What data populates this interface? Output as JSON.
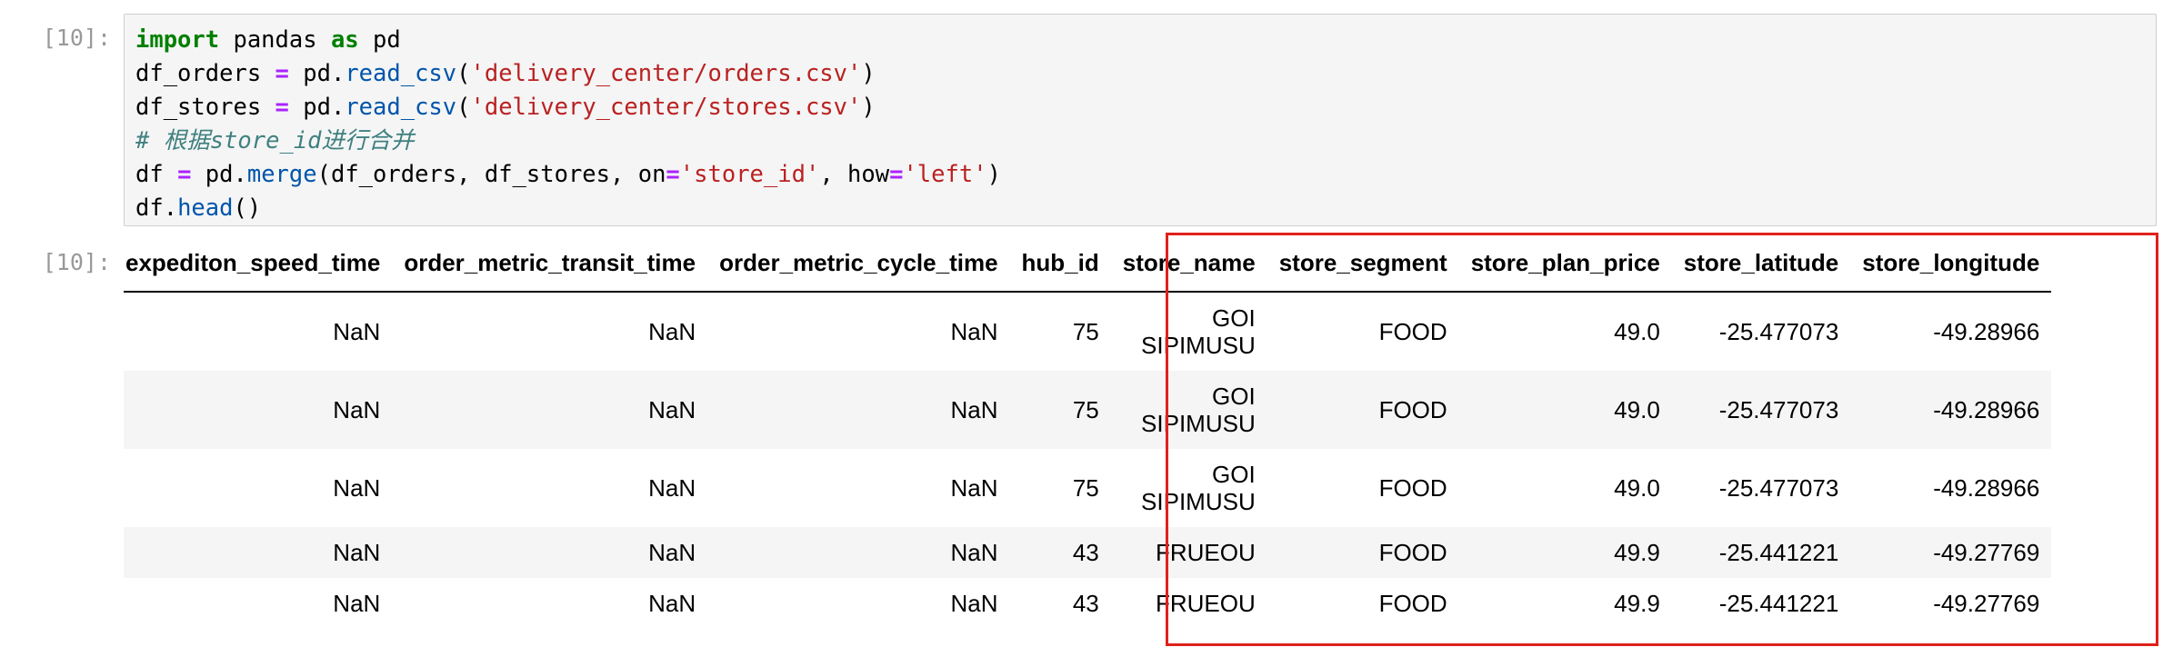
{
  "cell": {
    "in_prompt": "[10]:",
    "out_prompt": "[10]:",
    "code_lines": [
      [
        {
          "cls": "kw",
          "text": "import"
        },
        {
          "cls": "",
          "text": " pandas "
        },
        {
          "cls": "kw",
          "text": "as"
        },
        {
          "cls": "",
          "text": " pd"
        }
      ],
      [
        {
          "cls": "",
          "text": "df_orders "
        },
        {
          "cls": "op",
          "text": "="
        },
        {
          "cls": "",
          "text": " pd."
        },
        {
          "cls": "fn",
          "text": "read_csv"
        },
        {
          "cls": "",
          "text": "("
        },
        {
          "cls": "st",
          "text": "'delivery_center/orders.csv'"
        },
        {
          "cls": "",
          "text": ")"
        }
      ],
      [
        {
          "cls": "",
          "text": "df_stores "
        },
        {
          "cls": "op",
          "text": "="
        },
        {
          "cls": "",
          "text": " pd."
        },
        {
          "cls": "fn",
          "text": "read_csv"
        },
        {
          "cls": "",
          "text": "("
        },
        {
          "cls": "st",
          "text": "'delivery_center/stores.csv'"
        },
        {
          "cls": "",
          "text": ")"
        }
      ],
      [
        {
          "cls": "cm",
          "text": "# 根据store_id进行合并"
        }
      ],
      [
        {
          "cls": "",
          "text": "df "
        },
        {
          "cls": "op",
          "text": "="
        },
        {
          "cls": "",
          "text": " pd."
        },
        {
          "cls": "fn",
          "text": "merge"
        },
        {
          "cls": "",
          "text": "(df_orders, df_stores, on"
        },
        {
          "cls": "op",
          "text": "="
        },
        {
          "cls": "st",
          "text": "'store_id'"
        },
        {
          "cls": "",
          "text": ", how"
        },
        {
          "cls": "op",
          "text": "="
        },
        {
          "cls": "st",
          "text": "'left'"
        },
        {
          "cls": "",
          "text": ")"
        }
      ],
      [
        {
          "cls": "",
          "text": "df."
        },
        {
          "cls": "fn",
          "text": "head"
        },
        {
          "cls": "",
          "text": "()"
        }
      ]
    ]
  },
  "table": {
    "columns": [
      "expediton_speed_time",
      "order_metric_transit_time",
      "order_metric_cycle_time",
      "hub_id",
      "store_name",
      "store_segment",
      "store_plan_price",
      "store_latitude",
      "store_longitude"
    ],
    "rows": [
      [
        "NaN",
        "NaN",
        "NaN",
        "75",
        "GOI SIPIMUSU",
        "FOOD",
        "49.0",
        "-25.477073",
        "-49.28966"
      ],
      [
        "NaN",
        "NaN",
        "NaN",
        "75",
        "GOI SIPIMUSU",
        "FOOD",
        "49.0",
        "-25.477073",
        "-49.28966"
      ],
      [
        "NaN",
        "NaN",
        "NaN",
        "75",
        "GOI SIPIMUSU",
        "FOOD",
        "49.0",
        "-25.477073",
        "-49.28966"
      ],
      [
        "NaN",
        "NaN",
        "NaN",
        "43",
        "FRUEOU",
        "FOOD",
        "49.9",
        "-25.441221",
        "-49.27769"
      ],
      [
        "NaN",
        "NaN",
        "NaN",
        "43",
        "FRUEOU",
        "FOOD",
        "49.9",
        "-25.441221",
        "-49.27769"
      ]
    ]
  },
  "colors": {
    "highlight_border": "#e0201b",
    "code_background": "#f5f5f5",
    "striped_row": "#f5f5f5",
    "prompt": "#999999"
  }
}
